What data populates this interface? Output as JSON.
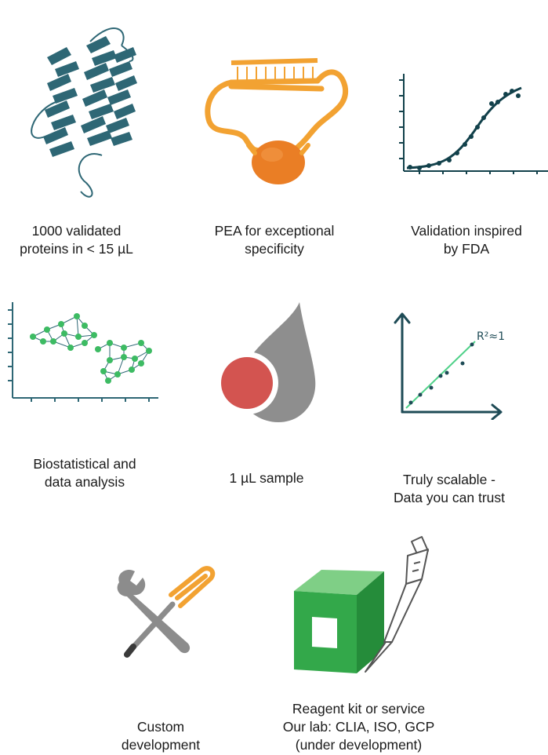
{
  "features": [
    {
      "id": "proteins",
      "icon": "protein-helix-icon",
      "lines": [
        "1000 validated",
        "proteins in < 15 µL"
      ]
    },
    {
      "id": "pea",
      "icon": "pea-antibody-dna-icon",
      "lines": [
        "PEA for exceptional",
        "specificity"
      ]
    },
    {
      "id": "validation",
      "icon": "sigmoid-curve-icon",
      "lines": [
        "Validation inspired",
        "by FDA"
      ]
    },
    {
      "id": "biostat",
      "icon": "network-clusters-icon",
      "lines": [
        "Biostatistical and",
        "data analysis"
      ]
    },
    {
      "id": "sample",
      "icon": "blood-drop-icon",
      "lines": [
        "1 µL sample"
      ]
    },
    {
      "id": "scalable",
      "icon": "linear-fit-icon",
      "lines": [
        "Truly scalable -",
        "Data you can trust"
      ],
      "annotation": "R²≈1"
    },
    {
      "id": "custom",
      "icon": "wrench-screwdriver-icon",
      "lines": [
        "Custom",
        "development"
      ]
    },
    {
      "id": "reagent",
      "icon": "kit-pipette-icon",
      "lines": [
        "Reagent kit or service",
        "Our lab: CLIA, ISO, GCP",
        "(under development)"
      ]
    }
  ],
  "colors": {
    "teal": "#2e6775",
    "orange": "#f2a232",
    "green": "#3dbb63",
    "gray": "#8c8c8c",
    "red": "#d35450",
    "chart_line": "#12414b",
    "kit_green": "#33a84a"
  }
}
